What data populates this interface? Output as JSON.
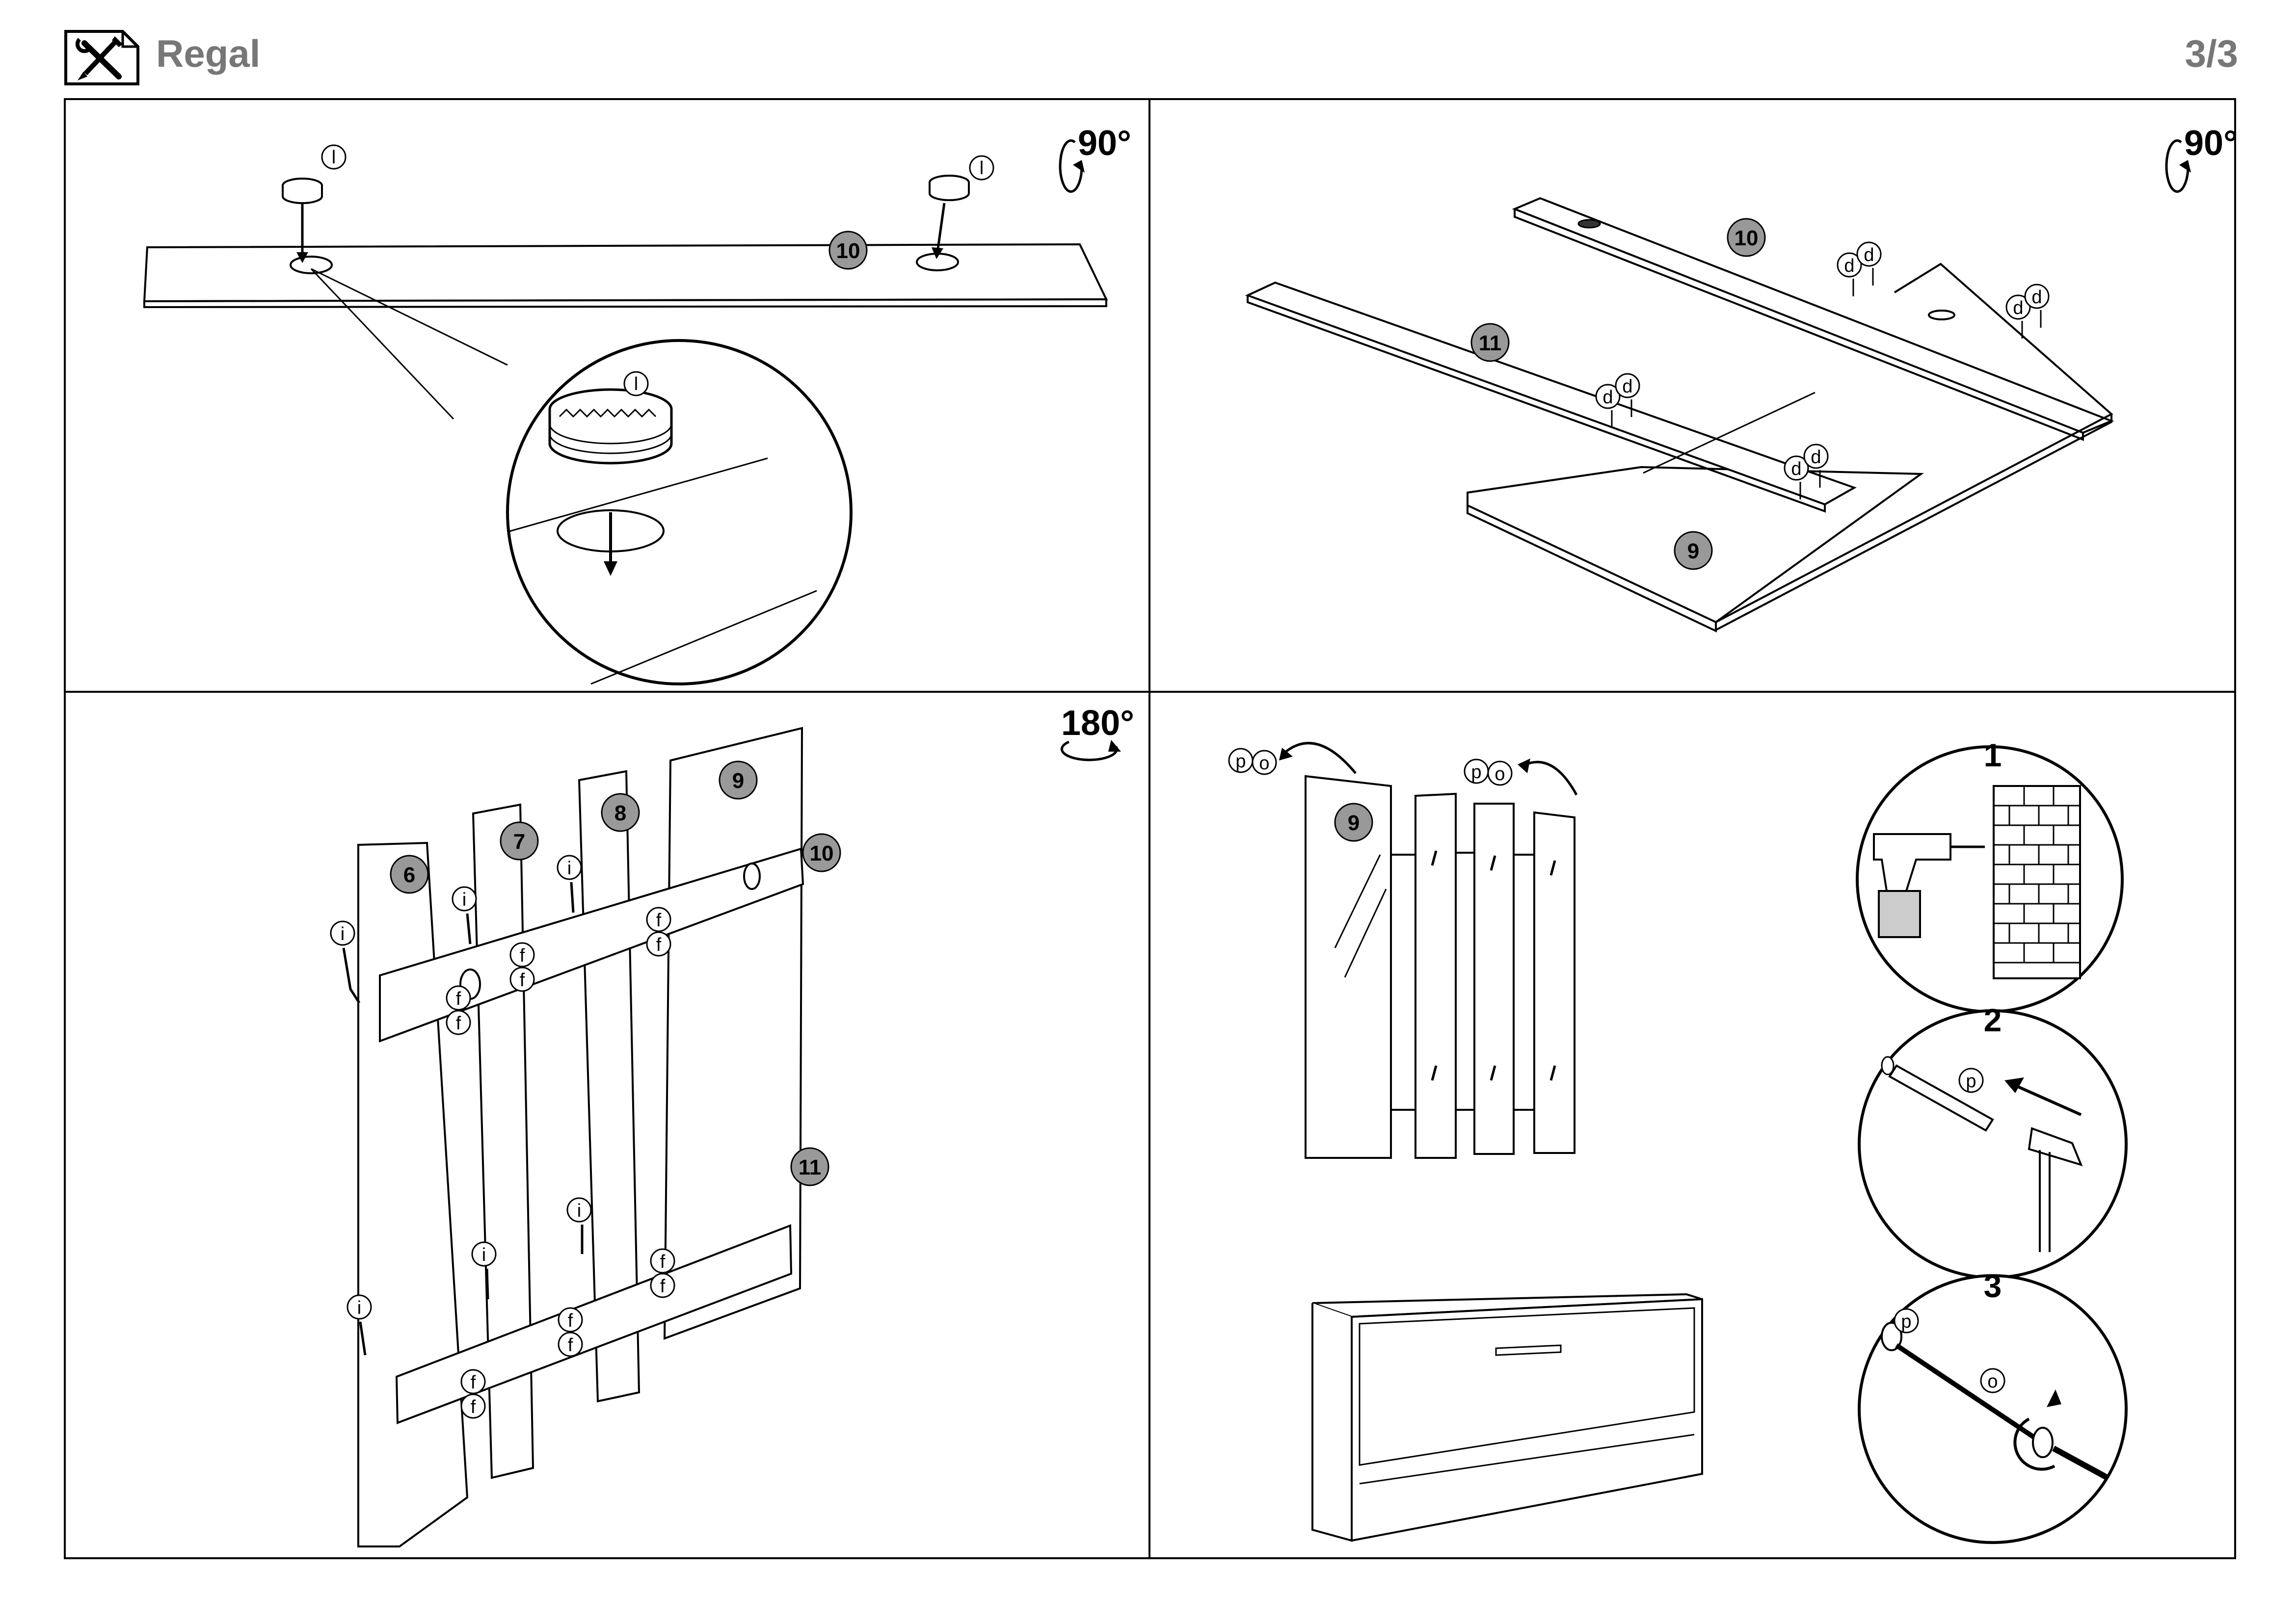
{
  "header": {
    "title": "Regal",
    "page": "3/3",
    "icon": "tools-icon"
  },
  "panels": {
    "p1": {
      "rotation": "90°",
      "labels": {
        "board": "10",
        "part": "l"
      }
    },
    "p2": {
      "rotation": "90°",
      "labels": {
        "board_a": "10",
        "board_b": "11",
        "board_c": "9",
        "part": "d"
      }
    },
    "p3": {
      "rotation": "180°",
      "labels": {
        "b6": "6",
        "b7": "7",
        "b8": "8",
        "b9": "9",
        "b10": "10",
        "b11": "11",
        "hook": "i",
        "screw": "f"
      }
    },
    "p4": {
      "labels": {
        "mirror": "9",
        "p": "p",
        "o": "o"
      },
      "steps": [
        "1",
        "2",
        "3"
      ]
    }
  }
}
